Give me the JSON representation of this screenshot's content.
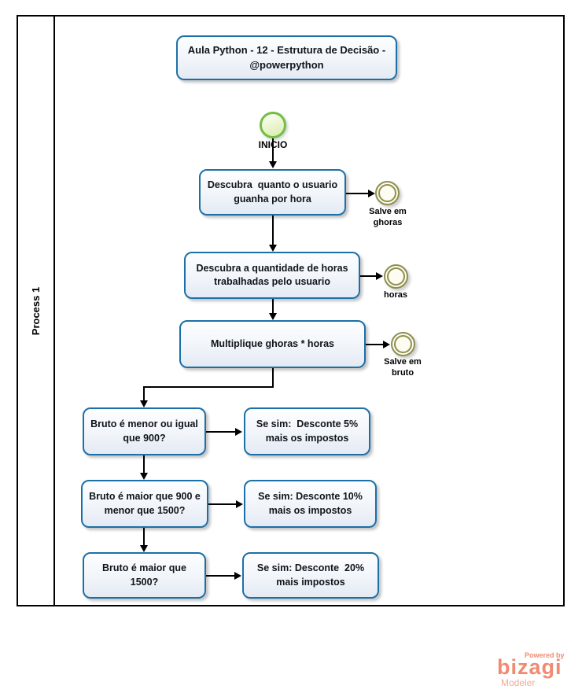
{
  "pool": {
    "lane_label": "Process 1"
  },
  "title": {
    "text": "Aula Python - 12 - Estrutura de Decisão - @powerpython"
  },
  "start_event": {
    "label": "INICIO"
  },
  "tasks": [
    {
      "label": "Descubra  quanto o usuario guanha por hora"
    },
    {
      "label": "Descubra a quantidade de horas trabalhadas pelo usuario"
    },
    {
      "label": "Multiplique ghoras * horas"
    }
  ],
  "events": [
    {
      "label": "Salve em ghoras"
    },
    {
      "label": "horas"
    },
    {
      "label": "Salve em bruto"
    }
  ],
  "decisions": [
    {
      "question": "Bruto é menor ou igual que 900?",
      "action": "Se sim:  Desconte 5% mais os impostos"
    },
    {
      "question": "Bruto é maior que 900 e menor que 1500?",
      "action": "Se sim: Desconte 10% mais os impostos"
    },
    {
      "question": "Bruto é maior que 1500?",
      "action": "Se sim: Desconte  20% mais impostos"
    }
  ],
  "branding": {
    "powered_by": "Powered by",
    "logo": "bizagi",
    "product": "Modeler"
  },
  "colors": {
    "task_border": "#1d70a7",
    "start_event_green": "#72be44",
    "intermediate_event_olive": "#8e8e50",
    "connector": "#000000",
    "bizagi_coral": "#f08a70"
  }
}
